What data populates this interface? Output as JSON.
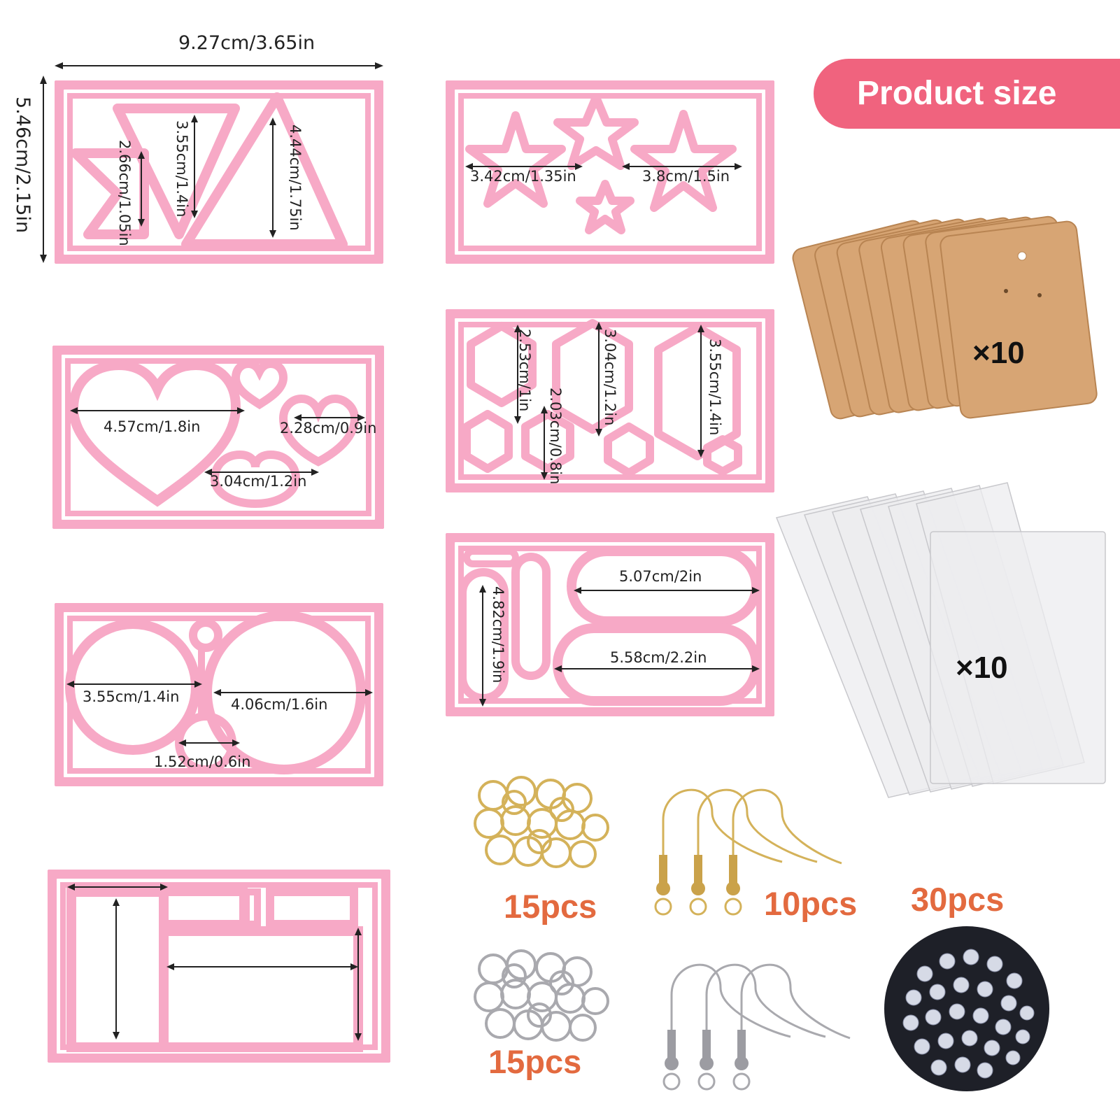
{
  "header": {
    "badge": "Product size"
  },
  "overall": {
    "width": "9.27cm/3.65in",
    "height": "5.46cm/2.15in"
  },
  "tray_triangle": {
    "a": "2.66cm/1.05in",
    "b": "3.55cm/1.4in",
    "c": "4.44cm/1.75in"
  },
  "tray_star": {
    "a": "3.42cm/1.35in",
    "b": "3.8cm/1.5in"
  },
  "tray_heart": {
    "a": "4.57cm/1.8in",
    "b": "2.28cm/0.9in",
    "c": "3.04cm/1.2in"
  },
  "tray_hexagon": {
    "a": "2.53cm/1in",
    "b": "2.03cm/0.8in",
    "c": "3.04cm/1.2in",
    "d": "3.55cm/1.4in"
  },
  "tray_circle": {
    "a": "3.55cm/1.4in",
    "b": "4.06cm/1.6in",
    "c": "1.52cm/0.6in"
  },
  "tray_oval": {
    "a": "5.07cm/2in",
    "b": "5.58cm/2.2in",
    "c": "4.82cm/1.9in"
  },
  "accessories": {
    "cards_qty": "×10",
    "bags_qty": "×10",
    "gold_rings_qty": "15pcs",
    "silver_rings_qty": "15pcs",
    "hooks_qty": "10pcs",
    "backs_qty": "30pcs"
  },
  "colors": {
    "tray": "#f7a9c6",
    "badge": "#f0637e",
    "qty_text": "#e36a3f",
    "card": "#d7a574"
  }
}
